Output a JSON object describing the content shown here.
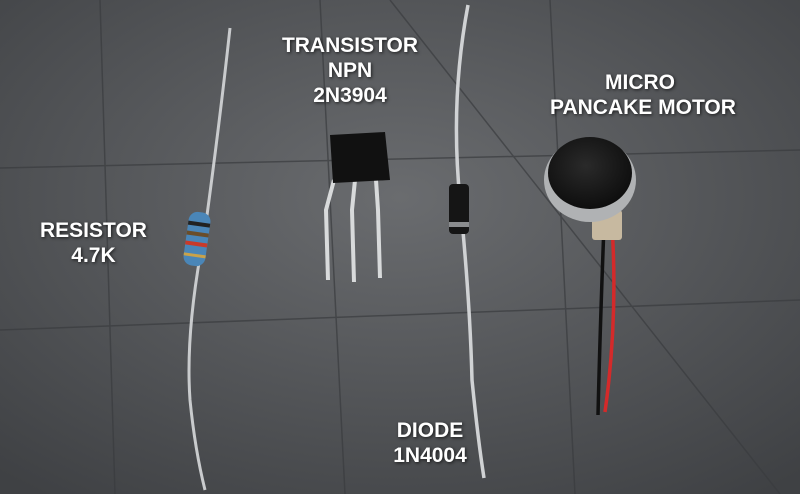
{
  "labels": {
    "resistor": {
      "name": "RESISTOR",
      "value": "4.7K"
    },
    "transistor": {
      "name": "TRANSISTOR",
      "type": "NPN",
      "part": "2N3904"
    },
    "motor": {
      "line1": "MICRO",
      "line2": "PANCAKE MOTOR"
    },
    "diode": {
      "name": "DIODE",
      "part": "1N4004"
    }
  }
}
